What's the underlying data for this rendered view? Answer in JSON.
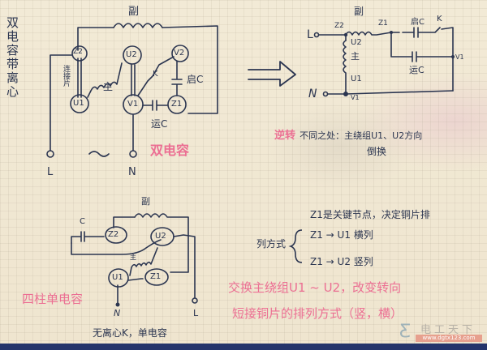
{
  "colors": {
    "paper": "#efe6d3",
    "ink": "#2b3550",
    "accent_pink": "#ec6f93",
    "bottom_bar": "#24346b"
  },
  "diagram_top_left": {
    "side_label": "双电容带离心",
    "caption": "双电容",
    "winding_aux_label": "副",
    "winding_main_label": "主",
    "jumper_label": "连接片",
    "switch_label": "K",
    "start_cap_label": "启C",
    "run_cap_label": "运C",
    "nodes": [
      "Z2",
      "U2",
      "V2",
      "U1",
      "V1",
      "Z1"
    ],
    "terminals": [
      "L",
      "N"
    ],
    "ac_symbol": "~"
  },
  "arrow": {
    "icon": "double-arrow-right"
  },
  "diagram_top_right": {
    "terminal_L": "L",
    "terminal_N": "N",
    "node_z2": "Z2",
    "node_z1": "Z1",
    "winding_aux_label": "副",
    "node_u2": "U2",
    "winding_main_label": "主",
    "node_u1": "U1",
    "node_v1_bottom": "V1",
    "node_v1_right": "V1",
    "start_cap_label": "启C",
    "switch_label": "K",
    "run_cap_label": "运C",
    "note_highlight": "逆转",
    "note_line1": "不同之处：主绕组U1、U2方向",
    "note_line2": "倒换"
  },
  "diagram_bottom_left": {
    "caption": "四柱单电容",
    "winding_aux_label": "副",
    "winding_main_label": "主",
    "cap_label": "C",
    "nodes": [
      "Z2",
      "U2",
      "U1",
      "Z1"
    ],
    "terminal_N": "N",
    "terminal_L": "L",
    "footnote": "无离心K，单电容"
  },
  "notes_bottom_right": {
    "line_key": "Z1是关键节点，决定铜片排",
    "prefix": "列方式",
    "option1": "Z1 → U1  横列",
    "option2": "Z1 → U2  竖列",
    "summary1": "交换主绕组U1 ~ U2，改变转向",
    "summary2": "短接铜片的排列方式（竖，横）"
  },
  "watermark": {
    "text": "电工天下",
    "url": "www.dgtx123.com"
  }
}
